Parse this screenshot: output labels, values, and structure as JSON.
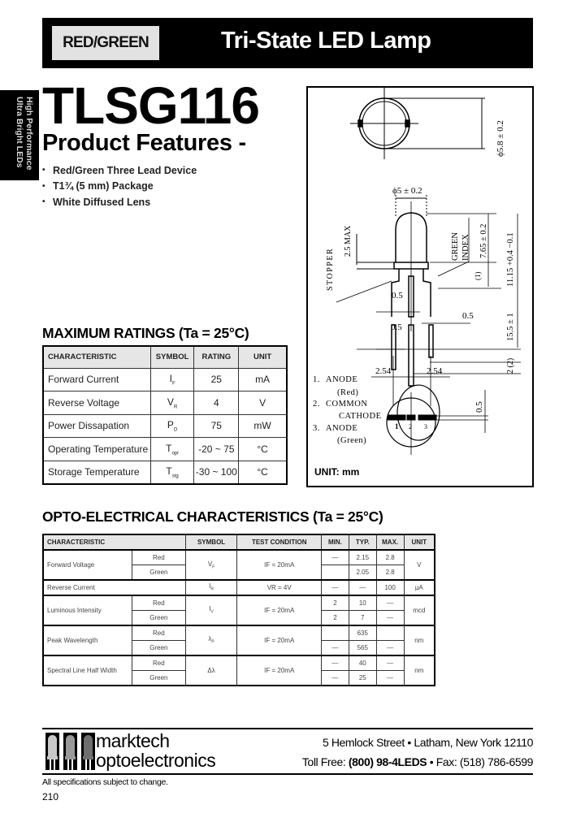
{
  "header": {
    "tag": "RED/GREEN",
    "title": "Tri-State LED Lamp"
  },
  "side_tab": {
    "line1": "High Performance",
    "line2": "Ultra Bright LEDs"
  },
  "part_number": "TLSG116",
  "features": {
    "title": "Product Features -",
    "items": [
      "Red/Green Three Lead Device",
      "T1¾ (5 mm) Package",
      "White Diffused Lens"
    ]
  },
  "drawing": {
    "top_view_dim": "ϕ5.8 ± 0.2",
    "lens_dim": "ϕ5 ± 0.2",
    "stopper_label": "STOPPER",
    "max_label": "2.5 MAX",
    "green_index_label": "GREEN",
    "index_label": "INDEX",
    "lens_height": "7.65 ± 0.2",
    "body_height": "11.15 +0.4 −0.1",
    "lead_length": "15.5 ± 1",
    "lead_width_1": "0.5",
    "lead_width_2": "0.5",
    "lead_width_3": "0.5",
    "pitch_left": "2.54",
    "pitch_right": "2.54",
    "pin_marker_1": "(1)",
    "pin_marker_2": "2 (2)",
    "bottom_dim": "0.5",
    "pins": [
      {
        "num": "1.",
        "name": "ANODE",
        "sub": "(Red)"
      },
      {
        "num": "2.",
        "name": "COMMON",
        "sub": "CATHODE"
      },
      {
        "num": "3.",
        "name": "ANODE",
        "sub": "(Green)"
      }
    ],
    "pin_numbers": [
      "1",
      "2",
      "3"
    ],
    "unit": "UNIT: mm"
  },
  "max_ratings": {
    "title": "MAXIMUM RATINGS (Ta = 25°C)",
    "headers": [
      "CHARACTERISTIC",
      "SYMBOL",
      "RATING",
      "UNIT"
    ],
    "rows": [
      {
        "characteristic": "Forward Current",
        "symbol": "I",
        "sub": "F",
        "rating": "25",
        "unit": "mA"
      },
      {
        "characteristic": "Reverse Voltage",
        "symbol": "V",
        "sub": "R",
        "rating": "4",
        "unit": "V"
      },
      {
        "characteristic": "Power Dissapation",
        "symbol": "P",
        "sub": "D",
        "rating": "75",
        "unit": "mW"
      },
      {
        "characteristic": "Operating Temperature",
        "symbol": "T",
        "sub": "opr",
        "rating": "-20 ~ 75",
        "unit": "°C"
      },
      {
        "characteristic": "Storage Temperature",
        "symbol": "T",
        "sub": "stg",
        "rating": "-30 ~ 100",
        "unit": "°C"
      }
    ]
  },
  "opto": {
    "title": "OPTO-ELECTRICAL CHARACTERISTICS (Ta = 25°C)",
    "headers": [
      "CHARACTERISTIC",
      "SYMBOL",
      "TEST CONDITION",
      "MIN.",
      "TYP.",
      "MAX.",
      "UNIT"
    ],
    "rows": [
      {
        "characteristic": "Forward Voltage",
        "symbol": "V",
        "sub": "F",
        "condition": "IF = 20mA",
        "unit": "V",
        "variants": [
          {
            "color": "Red",
            "min": "—",
            "typ": "2.15",
            "max": "2.8"
          },
          {
            "color": "Green",
            "min": "",
            "typ": "2.05",
            "max": "2.8"
          }
        ]
      },
      {
        "characteristic": "Reverse Current",
        "symbol": "I",
        "sub": "R",
        "condition": "VR = 4V",
        "unit": "μA",
        "min": "—",
        "typ": "—",
        "max": "100"
      },
      {
        "characteristic": "Luminous Intensity",
        "symbol": "I",
        "sub": "V",
        "condition": "IF = 20mA",
        "unit": "mcd",
        "variants": [
          {
            "color": "Red",
            "min": "2",
            "typ": "10",
            "max": "—"
          },
          {
            "color": "Green",
            "min": "2",
            "typ": "7",
            "max": "—"
          }
        ]
      },
      {
        "characteristic": "Peak Wavelength",
        "symbol": "λ",
        "sub": "P",
        "condition": "IF = 20mA",
        "unit": "nm",
        "variants": [
          {
            "color": "Red",
            "min": "",
            "typ": "635",
            "max": ""
          },
          {
            "color": "Green",
            "min": "—",
            "typ": "565",
            "max": "—"
          }
        ]
      },
      {
        "characteristic": "Spectral Line Half Width",
        "symbol": "Δλ",
        "sub": "",
        "condition": "IF = 20mA",
        "unit": "nm",
        "variants": [
          {
            "color": "Red",
            "min": "—",
            "typ": "40",
            "max": "—"
          },
          {
            "color": "Green",
            "min": "—",
            "typ": "25",
            "max": "—"
          }
        ]
      }
    ]
  },
  "footer": {
    "brand_line1": "marktech",
    "brand_line2": "optoelectronics",
    "address": "5 Hemlock Street • Latham, New York 12110",
    "toll_free_label": "Toll Free:",
    "toll_free_number": "(800) 98-4LEDS",
    "fax": "• Fax: (518) 786-6599",
    "disclaimer": "All specifications subject to change.",
    "page_number": "210",
    "logo_led_colors": [
      "#c8c8c8",
      "#9a9a9a",
      "#6e6e6e"
    ]
  }
}
